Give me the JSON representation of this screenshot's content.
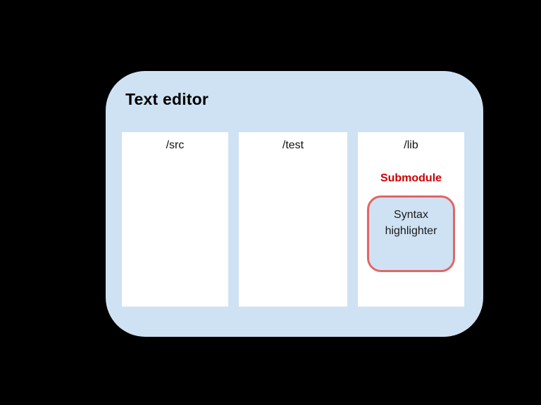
{
  "canvas": {
    "background_color": "#000000"
  },
  "diagram": {
    "title": "Text editor",
    "container_color": "#cfe2f3",
    "panels": [
      {
        "label": "/src"
      },
      {
        "label": "/test"
      },
      {
        "label": "/lib"
      }
    ],
    "submodule": {
      "heading": "Submodule",
      "heading_color": "#cc0000",
      "box_label": "Syntax highlighter",
      "box_fill_color": "#cfe2f3",
      "box_border_color": "#e06666"
    }
  }
}
